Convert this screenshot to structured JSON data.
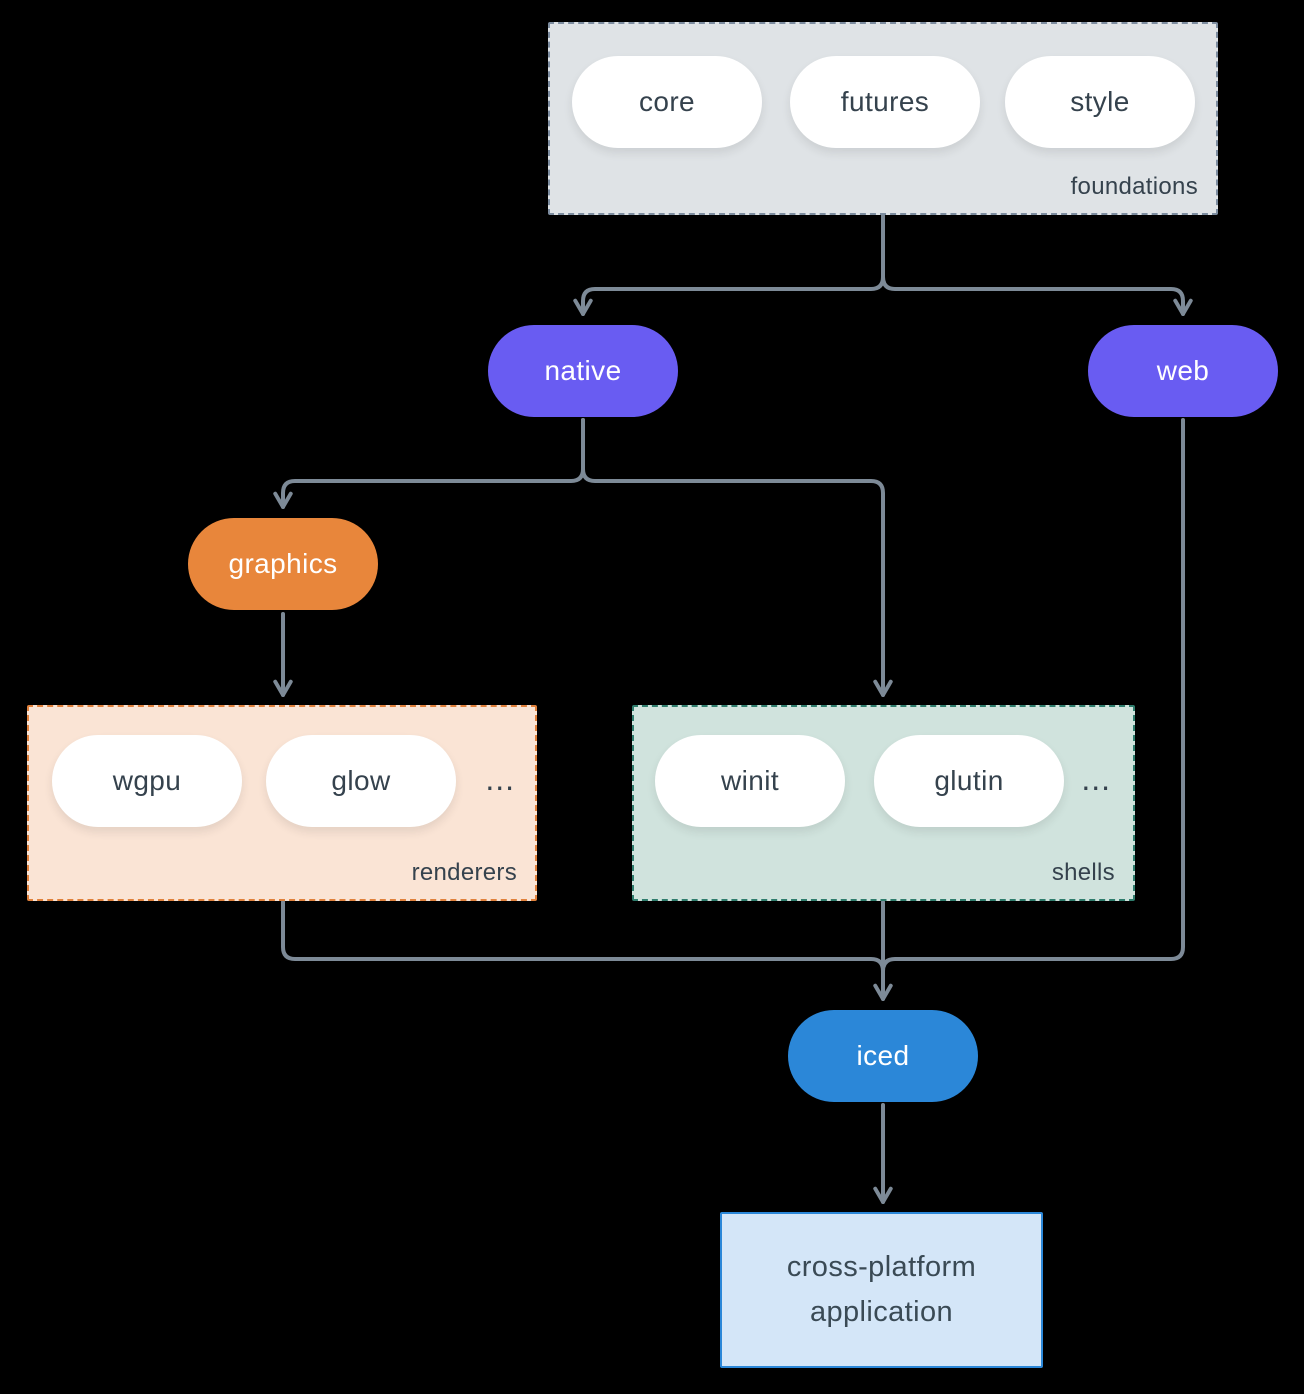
{
  "diagram": {
    "type": "architecture-flowchart",
    "background": "#000000",
    "groups": {
      "foundations": {
        "label": "foundations",
        "pills": [
          "core",
          "futures",
          "style"
        ]
      },
      "renderers": {
        "label": "renderers",
        "pills": [
          "wgpu",
          "glow"
        ],
        "more": "..."
      },
      "shells": {
        "label": "shells",
        "pills": [
          "winit",
          "glutin"
        ],
        "more": "..."
      }
    },
    "nodes": {
      "native": {
        "label": "native"
      },
      "web": {
        "label": "web"
      },
      "graphics": {
        "label": "graphics"
      },
      "iced": {
        "label": "iced"
      },
      "application": {
        "line1": "cross-platform",
        "line2": "application"
      }
    },
    "edges": [
      "foundations -> native",
      "foundations -> web",
      "native -> graphics",
      "native -> shells",
      "graphics -> renderers",
      "renderers -> iced",
      "shells -> iced",
      "web -> iced",
      "iced -> application"
    ],
    "colors": {
      "arrow": "#7d8a97",
      "purple_node": "#695cf2",
      "orange_node": "#e8863b",
      "blue_node": "#2b87d8",
      "foundations_fill": "#dfe3e6",
      "foundations_border": "#7d8da0",
      "renderers_fill": "#fae4d5",
      "renderers_border": "#e0813c",
      "shells_fill": "#d0e3dd",
      "shells_border": "#2f7d6d",
      "application_fill": "#d4e6f8",
      "application_border": "#2b87d8",
      "dark_text": "#35424d",
      "light_text": "#ffffff"
    }
  }
}
